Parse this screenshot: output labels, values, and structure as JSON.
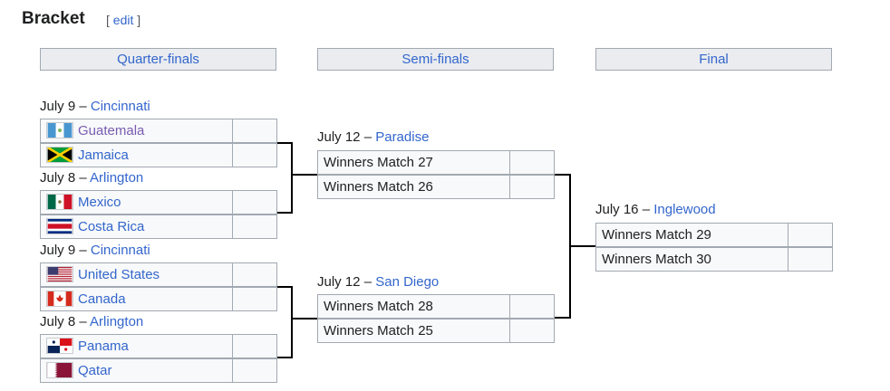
{
  "heading": {
    "title": "Bracket",
    "edit_open": "[",
    "edit": "edit",
    "edit_close": "]"
  },
  "rounds": [
    "Quarter-finals",
    "Semi-finals",
    "Final"
  ],
  "dash": "–",
  "quarterfinals": [
    {
      "date": "July 9",
      "venue": "Cincinnati",
      "teams": [
        "Guatemala",
        "Jamaica"
      ]
    },
    {
      "date": "July 8",
      "venue": "Arlington",
      "teams": [
        "Mexico",
        "Costa Rica"
      ]
    },
    {
      "date": "July 9",
      "venue": "Cincinnati",
      "teams": [
        "United States",
        "Canada"
      ]
    },
    {
      "date": "July 8",
      "venue": "Arlington",
      "teams": [
        "Panama",
        "Qatar"
      ]
    }
  ],
  "semifinals": [
    {
      "date": "July 12",
      "venue": "Paradise",
      "teams": [
        "Winners Match 27",
        "Winners Match 26"
      ]
    },
    {
      "date": "July 12",
      "venue": "San Diego",
      "teams": [
        "Winners Match 28",
        "Winners Match 25"
      ]
    }
  ],
  "final": {
    "date": "July 16",
    "venue": "Inglewood",
    "teams": [
      "Winners Match 29",
      "Winners Match 30"
    ]
  },
  "flags": [
    "flag-guatemala-icon",
    "flag-jamaica-icon",
    "flag-mexico-icon",
    "flag-costa-rica-icon",
    "flag-united-states-icon",
    "flag-canada-icon",
    "flag-panama-icon",
    "flag-qatar-icon"
  ]
}
